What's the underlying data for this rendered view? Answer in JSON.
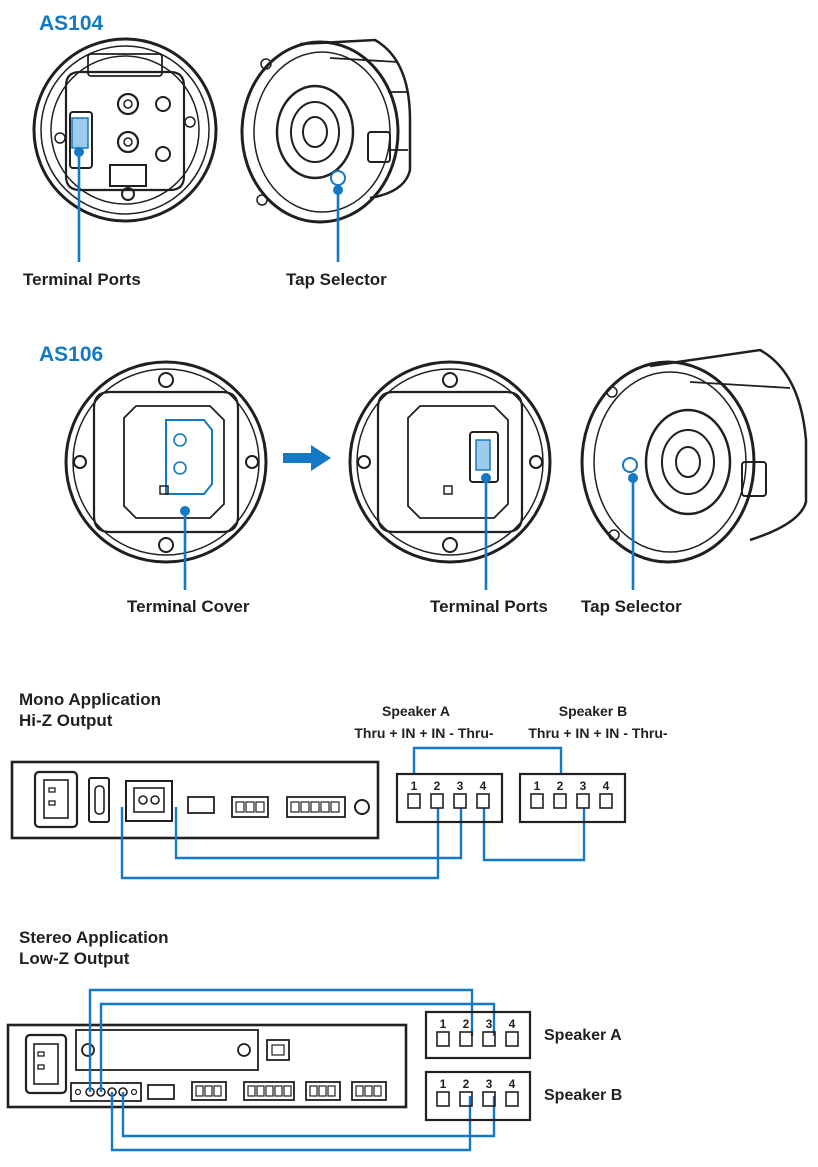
{
  "models": {
    "as104": {
      "title": "AS104",
      "callouts": {
        "terminal_ports": "Terminal Ports",
        "tap_selector": "Tap Selector"
      }
    },
    "as106": {
      "title": "AS106",
      "callouts": {
        "terminal_cover": "Terminal Cover",
        "terminal_ports": "Terminal Ports",
        "tap_selector": "Tap Selector"
      }
    }
  },
  "mono": {
    "title_line1": "Mono Application",
    "title_line2": "Hi-Z Output",
    "speaker_a": {
      "name": "Speaker A",
      "pins_label": "Thru + IN + IN - Thru-"
    },
    "speaker_b": {
      "name": "Speaker B",
      "pins_label": "Thru + IN + IN - Thru-"
    },
    "pins": [
      "1",
      "2",
      "3",
      "4"
    ]
  },
  "stereo": {
    "title_line1": "Stereo Application",
    "title_line2": "Low-Z Output",
    "speaker_a": {
      "name": "Speaker A"
    },
    "speaker_b": {
      "name": "Speaker B"
    },
    "pins": [
      "1",
      "2",
      "3",
      "4"
    ]
  },
  "colors": {
    "accent": "#1479c4",
    "ink": "#231f20"
  }
}
